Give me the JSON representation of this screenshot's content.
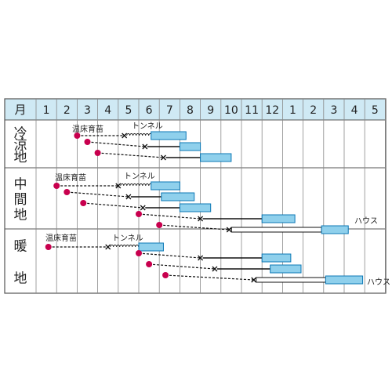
{
  "header": {
    "first_label": "月",
    "months": [
      "1",
      "2",
      "3",
      "4",
      "5",
      "6",
      "7",
      "8",
      "9",
      "10",
      "11",
      "12",
      "1",
      "2",
      "3",
      "4",
      "5"
    ]
  },
  "regions": [
    {
      "label": "冷\n涼\n地",
      "id": "cool"
    },
    {
      "label": "中\n間\n地",
      "id": "mid"
    },
    {
      "label": "暖\n\n地",
      "id": "warm"
    }
  ],
  "notes": {
    "nursery": "温床育苗",
    "tunnel": "トンネル",
    "house": "ハウス"
  },
  "rows": [
    {
      "region": 0,
      "sow": 2.0,
      "plant": 4.3,
      "tunnel_to": 5.6,
      "harvest": [
        5.6,
        7.3
      ],
      "style": "solid"
    },
    {
      "region": 0,
      "sow": 2.5,
      "plant": 5.3,
      "grow_to": 7.0,
      "harvest": [
        7.0,
        8.0
      ],
      "style": "solid"
    },
    {
      "region": 0,
      "sow": 3.0,
      "plant": 6.2,
      "grow_to": 8.0,
      "harvest": [
        8.0,
        9.5
      ],
      "style": "solid"
    },
    {
      "region": 1,
      "sow": 1.0,
      "plant": 4.0,
      "tunnel_to": 5.6,
      "harvest": [
        5.6,
        7.0
      ],
      "style": "solid"
    },
    {
      "region": 1,
      "sow": 1.5,
      "plant": 4.5,
      "grow_to": 6.1,
      "harvest": [
        6.1,
        7.7
      ],
      "style": "solid"
    },
    {
      "region": 1,
      "sow": 2.3,
      "plant": 5.2,
      "grow_to": 7.0,
      "harvest": [
        7.0,
        8.5
      ],
      "style": "solid"
    },
    {
      "region": 1,
      "sow": 5.0,
      "plant": 8.0,
      "grow_to": 11.0,
      "harvest": [
        11.0,
        12.6
      ],
      "style": "solid"
    },
    {
      "region": 1,
      "sow": 6.0,
      "plant": 9.4,
      "house_to": 13.9,
      "harvest": [
        13.9,
        15.2
      ],
      "style": "house"
    },
    {
      "region": 2,
      "sow": 0.6,
      "plant": 3.5,
      "tunnel_to": 5.0,
      "harvest": [
        5.0,
        6.2
      ],
      "style": "solid"
    },
    {
      "region": 2,
      "sow": 5.0,
      "plant": 8.0,
      "grow_to": 11.0,
      "harvest": [
        11.0,
        12.4
      ],
      "style": "solid"
    },
    {
      "region": 2,
      "sow": 5.5,
      "plant": 8.7,
      "grow_to": 11.4,
      "harvest": [
        11.4,
        12.9
      ],
      "style": "solid"
    },
    {
      "region": 2,
      "sow": 6.3,
      "plant": 10.6,
      "house_to": 14.1,
      "harvest": [
        14.1,
        15.9
      ],
      "style": "house"
    }
  ],
  "colors": {
    "sow": "#c8004e",
    "harvest_fill": "#8fd0ec",
    "harvest_stroke": "#0c78b6",
    "line": "#111111",
    "header_bg": "#cfe9f4",
    "grid": "#555555"
  }
}
